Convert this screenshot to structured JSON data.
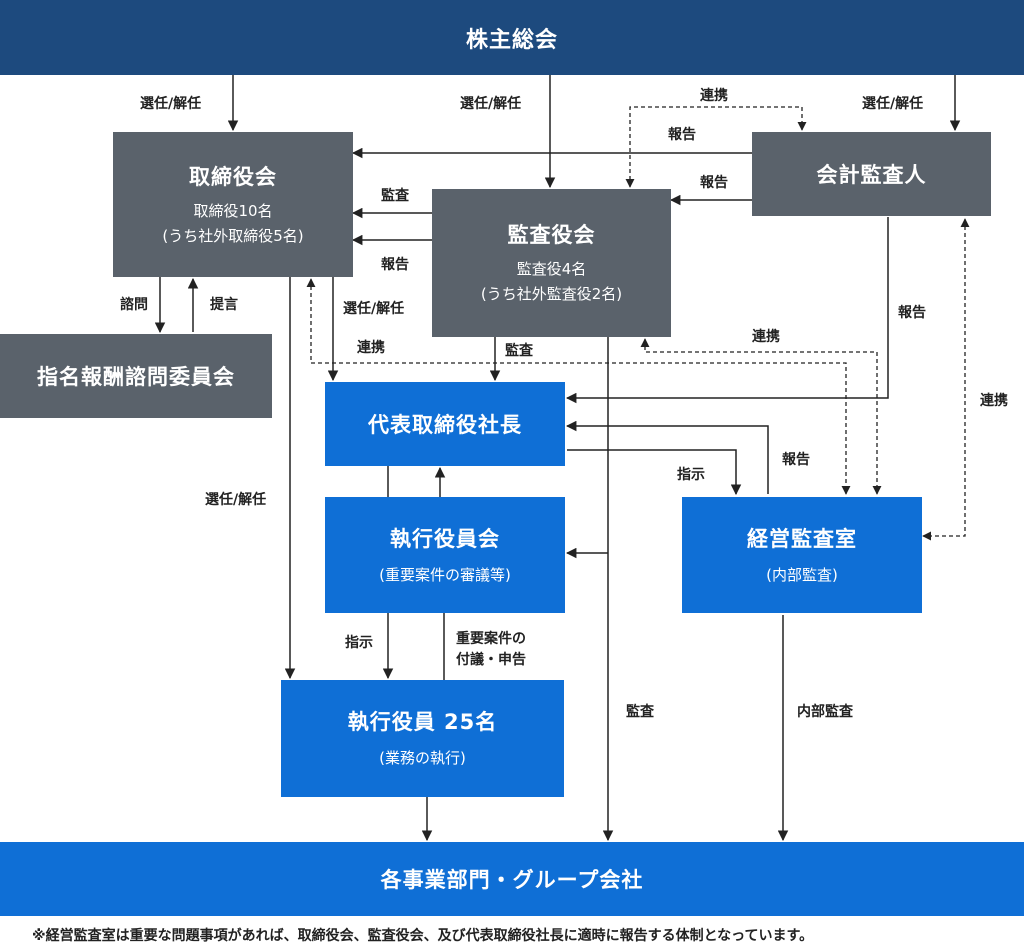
{
  "boxes": {
    "shareholders": "株主総会",
    "board": {
      "title": "取締役会",
      "line1": "取締役10名",
      "line2": "(うち社外取締役5名)"
    },
    "auditor": "会計監査人",
    "audit_board": {
      "title": "監査役会",
      "line1": "監査役4名",
      "line2": "(うち社外監査役2名)"
    },
    "nomination": "指名報酬諮問委員会",
    "president": "代表取締役社長",
    "exec_committee": {
      "title": "執行役員会",
      "line1": "(重要案件の審議等)"
    },
    "audit_office": {
      "title": "経営監査室",
      "line1": "(内部監査)"
    },
    "executives": {
      "title": "執行役員 25名",
      "line1": "(業務の執行)"
    },
    "divisions": "各事業部門・グループ会社"
  },
  "labels": {
    "elect1": "選任/解任",
    "elect2": "選任/解任",
    "elect3": "選任/解任",
    "elect4": "選任/解任",
    "elect5": "選任/解任",
    "link1": "連携",
    "link2": "連携",
    "link3": "連携",
    "link4": "連携",
    "report1": "報告",
    "report2": "報告",
    "report3": "報告",
    "report4": "報告",
    "report5": "報告",
    "audit1": "監査",
    "audit2": "監査",
    "audit3": "監査",
    "consult": "諮問",
    "propose": "提言",
    "instruct1": "指示",
    "instruct2": "指示",
    "important1": "重要案件の",
    "important2": "付議・申告",
    "internal_audit": "内部監査"
  },
  "footnote": "※経営監査室は重要な問題事項があれば、取締役会、監査役会、及び代表取締役社長に適時に報告する体制となっています。",
  "colors": {
    "navy": "#1d4a7e",
    "gray": "#5a626b",
    "blue": "#0f6fd6",
    "line": "#222222"
  }
}
